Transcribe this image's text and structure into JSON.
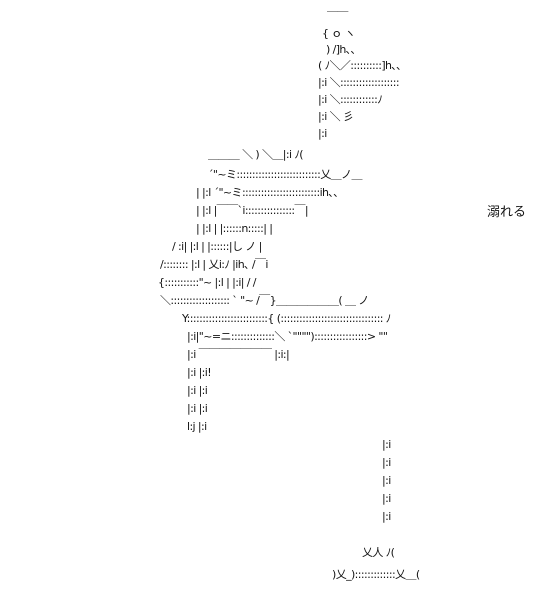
{
  "caption": "溺れる",
  "art_lines": [
    "￣￣",
    "{ ｏ ヽ",
    ") /]h､､",
    "( ﾉ＼／::::::::::]h､､",
    "|:i ＼:::::::::::::::::::",
    "|:i ＼::::::::::::ﾉ",
    "|:i ＼ 彡",
    "|:i",
    "＿＿＿ ＼ ) ＼＿|:i ﾉ(",
    "´\"~ミ:::::::::::::::::::::::::::乂＿ノ＿",
    "| |:l ´\"~ミ:::::::::::::::::::::::::ih､､",
    "| |:l |￣￣`i::::::::::::::::￣|",
    "| |:l | |::::::n:::::| |",
    "/ :i| |:l | |::::::|し ノ |",
    "/:::::::: |:l | 乂i:ﾉ |ih､ /￣i",
    "{:::::::::::\"~ |:l | |:i| / /",
    "＼::::::::::::::::::: ` \"~ /￣}＿＿＿＿＿＿( ＿ ノ",
    "Y::::::::::::::::::::::::::{ (::::::::::::::::::::::::::::::::: ﾉ",
    "|:i|\"~=ニ::::::::::::::＼ `\"\"\"\"):::::::::::::::::> \"\"",
    "|:i ￣￣￣￣￣￣￣ |:i:|",
    "|:i |:i!",
    "|:i |:i",
    "|:i |:i",
    "l:j |:i",
    "|:i",
    "|:i",
    "|:i",
    "|:i",
    "|:i",
    "乂人 ﾉ(",
    ")乂_):::::::::::::乂＿(",
    ""
  ]
}
